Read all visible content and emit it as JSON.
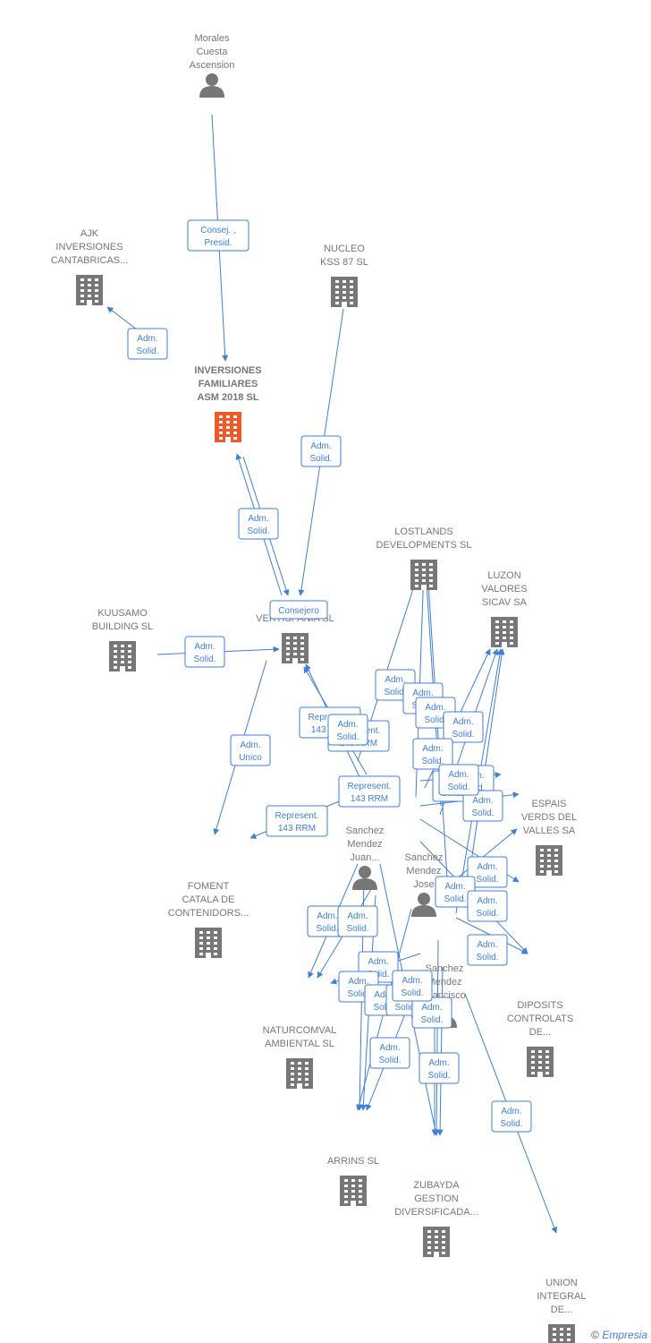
{
  "colors": {
    "edge": "#3f7fd6",
    "company": "#777777",
    "main": "#f05a28",
    "person": "#777777"
  },
  "nodes": [
    {
      "id": "morales",
      "kind": "person",
      "lines": [
        "Morales",
        "Cuesta",
        "Ascension"
      ]
    },
    {
      "id": "ajk",
      "kind": "company",
      "lines": [
        "AJK",
        "INVERSIONES",
        "CANTABRICAS..."
      ]
    },
    {
      "id": "nucleo",
      "kind": "company",
      "lines": [
        "NUCLEO",
        "KSS 87  SL"
      ]
    },
    {
      "id": "inversiones",
      "kind": "main",
      "lines": [
        "INVERSIONES",
        "FAMILIARES",
        "ASM 2018  SL"
      ]
    },
    {
      "id": "lostlands",
      "kind": "company",
      "lines": [
        "LOSTLANDS",
        "DEVELOPMENTS SL"
      ]
    },
    {
      "id": "luzon",
      "kind": "company",
      "lines": [
        "LUZON",
        "VALORES",
        "SICAV SA"
      ]
    },
    {
      "id": "kuusamo",
      "kind": "company",
      "lines": [
        "KUUSAMO",
        "BUILDING  SL"
      ]
    },
    {
      "id": "vertispania",
      "kind": "company",
      "lines": [
        "G",
        "VERTISPANIA SL"
      ]
    },
    {
      "id": "espais",
      "kind": "company",
      "lines": [
        "ESPAIS",
        "VERDS DEL",
        "VALLES SA"
      ]
    },
    {
      "id": "juan",
      "kind": "person",
      "lines": [
        "Sanchez",
        "Mendez",
        "Juan..."
      ]
    },
    {
      "id": "jose",
      "kind": "person",
      "lines": [
        "Sanchez",
        "Mendez",
        "Jose"
      ]
    },
    {
      "id": "foment",
      "kind": "company",
      "lines": [
        "FOMENT",
        "CATALA DE",
        "CONTENIDORS..."
      ]
    },
    {
      "id": "francisco",
      "kind": "person",
      "lines": [
        "Sanchez",
        "Mendez",
        "Francisco"
      ]
    },
    {
      "id": "diposits",
      "kind": "company",
      "lines": [
        "DIPOSITS",
        "CONTROLATS",
        "DE..."
      ]
    },
    {
      "id": "naturcomval",
      "kind": "company",
      "lines": [
        "NATURCOMVAL",
        "AMBIENTAL SL"
      ]
    },
    {
      "id": "arrins",
      "kind": "company",
      "lines": [
        "ARRINS SL"
      ]
    },
    {
      "id": "zubayda",
      "kind": "company",
      "lines": [
        "ZUBAYDA",
        "GESTION",
        "DIVERSIFICADA..."
      ]
    },
    {
      "id": "union",
      "kind": "company",
      "lines": [
        "UNION",
        "INTEGRAL",
        "DE..."
      ]
    }
  ],
  "relations": [
    {
      "id": "r1",
      "lines": [
        "Consej. ,",
        "Presid."
      ]
    },
    {
      "id": "r2",
      "lines": [
        "Adm.",
        "Solid."
      ]
    },
    {
      "id": "r3",
      "lines": [
        "Adm.",
        "Solid."
      ]
    },
    {
      "id": "r4",
      "lines": [
        "Adm.",
        "Solid."
      ]
    },
    {
      "id": "r5",
      "lines": [
        "Consejero"
      ]
    },
    {
      "id": "r6",
      "lines": [
        "Adm.",
        "Solid."
      ]
    },
    {
      "id": "r7",
      "lines": [
        "Adm.",
        "Unico"
      ]
    },
    {
      "id": "r8",
      "lines": [
        "Represent.",
        "143 RRM"
      ]
    },
    {
      "id": "r9",
      "lines": [
        "Represent.",
        "143 RRM"
      ]
    },
    {
      "id": "r10",
      "lines": [
        "Represent.",
        "143 RRM"
      ]
    },
    {
      "id": "r11",
      "lines": [
        "Represent.",
        "143 RRM"
      ]
    },
    {
      "id": "r12",
      "lines": [
        "Adm.",
        "Solid."
      ]
    },
    {
      "id": "r13",
      "lines": [
        "Adm.",
        "Solid."
      ]
    },
    {
      "id": "r14",
      "lines": [
        "Adm.",
        "Solid."
      ]
    },
    {
      "id": "r15",
      "lines": [
        "Adm.",
        "Solid."
      ]
    },
    {
      "id": "r16",
      "lines": [
        "Adm.",
        "Solid."
      ]
    },
    {
      "id": "r17",
      "lines": [
        "Adm.",
        "Solid."
      ]
    },
    {
      "id": "r18",
      "lines": [
        "Adm.",
        "Solid."
      ]
    },
    {
      "id": "r19",
      "lines": [
        "Adm.",
        "Solid."
      ]
    },
    {
      "id": "r20",
      "lines": [
        "Adm.",
        "Solid."
      ]
    },
    {
      "id": "r21",
      "lines": [
        "Adm.",
        "Solid."
      ]
    },
    {
      "id": "r22",
      "lines": [
        "Adm.",
        "Solid."
      ]
    },
    {
      "id": "r23",
      "lines": [
        "Adm.",
        "Solid."
      ]
    },
    {
      "id": "r24",
      "lines": [
        "Adm.",
        "Solid."
      ]
    },
    {
      "id": "r25",
      "lines": [
        "Adm.",
        "Solid."
      ]
    },
    {
      "id": "r26",
      "lines": [
        "Adm.",
        "Solid."
      ]
    },
    {
      "id": "r27",
      "lines": [
        "Adm.",
        "Solid."
      ]
    },
    {
      "id": "r28",
      "lines": [
        "Adm.",
        "Solid."
      ]
    },
    {
      "id": "r29",
      "lines": [
        "Adm.",
        "Solid."
      ]
    },
    {
      "id": "r30",
      "lines": [
        "Adm.",
        "Solid."
      ]
    },
    {
      "id": "r31",
      "lines": [
        "Adm.",
        "Solid."
      ]
    },
    {
      "id": "r32",
      "lines": [
        "Adm.",
        "Solid."
      ]
    },
    {
      "id": "r33",
      "lines": [
        "Adm.",
        "Solid."
      ]
    },
    {
      "id": "r34",
      "lines": [
        "Adm.",
        "Solid."
      ]
    },
    {
      "id": "r35",
      "lines": [
        "Adm.",
        "Solid."
      ]
    },
    {
      "id": "r36",
      "lines": [
        "Adm.",
        "Solid."
      ]
    }
  ],
  "footer": {
    "copyright": "©",
    "brand": "Empresia"
  }
}
